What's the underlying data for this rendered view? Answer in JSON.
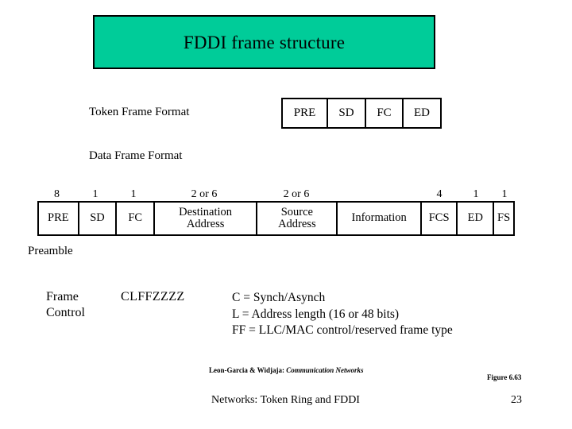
{
  "slide": {
    "title": "FDDI frame structure",
    "title_bg_color": "#00cc99",
    "border_color": "#000000"
  },
  "token_frame": {
    "label": "Token Frame Format",
    "fields": [
      {
        "name": "PRE"
      },
      {
        "name": "SD"
      },
      {
        "name": "FC"
      },
      {
        "name": "ED"
      }
    ]
  },
  "data_frame": {
    "label": "Data Frame Format",
    "fields": [
      {
        "size": "8",
        "name": "PRE"
      },
      {
        "size": "1",
        "name": "SD"
      },
      {
        "size": "1",
        "name": "FC"
      },
      {
        "size": "2 or 6",
        "name_line1": "Destination",
        "name_line2": "Address"
      },
      {
        "size": "2 or 6",
        "name_line1": "Source",
        "name_line2": "Address"
      },
      {
        "size": "",
        "name": "Information"
      },
      {
        "size": "4",
        "name": "FCS"
      },
      {
        "size": "1",
        "name": "ED"
      },
      {
        "size": "1",
        "name": "FS"
      }
    ]
  },
  "preamble": {
    "label": "Preamble"
  },
  "frame_control": {
    "label_line1": "Frame",
    "label_line2": "Control",
    "bit_pattern": "CLFFZZZZ",
    "legend": [
      "C = Synch/Asynch",
      "L = Address length (16 or 48 bits)",
      "FF = LLC/MAC control/reserved frame type"
    ]
  },
  "footer": {
    "credit_authors": "Leon-Garcia & Widjaja:",
    "credit_book": "Communication Networks",
    "figure_number": "Figure 6.63",
    "section_title": "Networks: Token Ring and FDDI",
    "page_number": "23"
  }
}
